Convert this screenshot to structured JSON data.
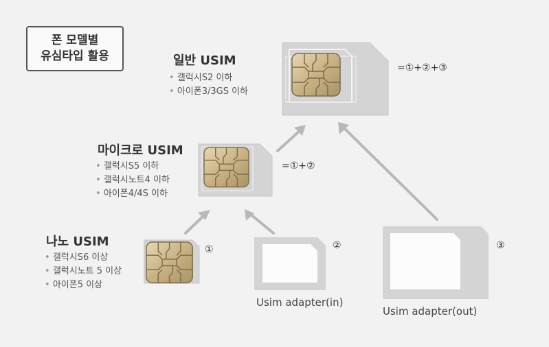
{
  "title": {
    "line1": "폰 모델별",
    "line2": "유심타입 활용"
  },
  "sections": {
    "standard": {
      "heading": "일반 USIM",
      "items": [
        "갤럭시S2 이하",
        "아이폰3/3GS 이하"
      ],
      "formula": "=①+②+③"
    },
    "micro": {
      "heading": "마이크로 USIM",
      "items": [
        "갤럭시S5 이하",
        "갤럭시노트4 이하",
        "아이폰4/4S 이하"
      ],
      "formula": "=①+②"
    },
    "nano": {
      "heading": "나노 USIM",
      "items": [
        "갤럭시S6 이상",
        "갤럭시노트 5 이상",
        "아이폰5 이상"
      ]
    }
  },
  "markers": {
    "one": "①",
    "two": "②",
    "three": "③"
  },
  "adapters": {
    "inner": "Usim adapter(in)",
    "outer": "Usim adapter(out)"
  },
  "colors": {
    "card": "#d4d4d4",
    "chip_gold": "#c8b48a",
    "chip_line": "#8a7a58",
    "arrow": "#b8b8b8"
  }
}
